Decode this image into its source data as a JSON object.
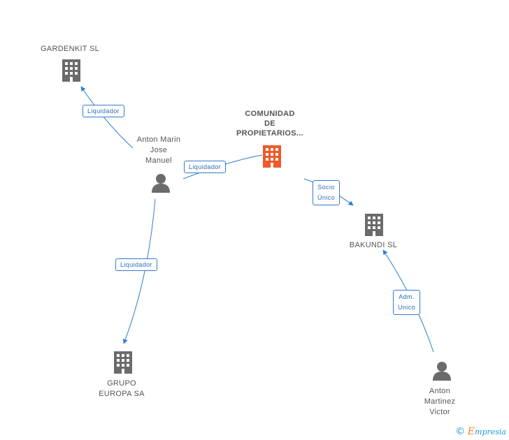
{
  "nodes": {
    "gardenkit": {
      "label": "GARDENKIT SL",
      "type": "company"
    },
    "comunidad": {
      "label": "COMUNIDAD\nDE\nPROPIETARIOS...",
      "type": "company",
      "highlight": true
    },
    "anton_marin": {
      "label": "Anton Marin\nJose\nManuel",
      "type": "person"
    },
    "bakundi": {
      "label": "BAKUNDI SL",
      "type": "company"
    },
    "grupo_europa": {
      "label": "GRUPO\nEUROPA SA",
      "type": "company"
    },
    "anton_martinez": {
      "label": "Anton\nMartinez\nVictor",
      "type": "person"
    }
  },
  "edges": {
    "marin_gardenkit": "Liquidador",
    "marin_comunidad": "Liquidador",
    "marin_grupo": "Liquidador",
    "comunidad_bakundi": "Socio\nÚnico",
    "martinez_bakundi": "Adm.\nUnico"
  },
  "colors": {
    "company": "#6b6b6b",
    "highlight": "#f0582a",
    "person": "#6b6b6b",
    "edge": "#2f7bd1"
  },
  "footer": {
    "copyright": "©",
    "brand_initial": "E",
    "brand_rest": "mpresia"
  }
}
